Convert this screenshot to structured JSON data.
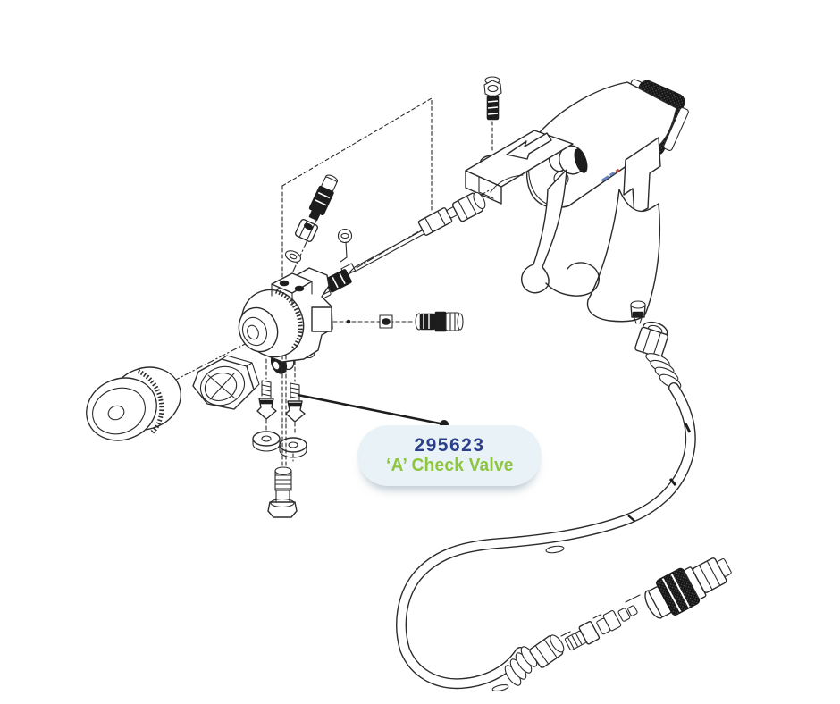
{
  "page": {
    "background_color": "#ffffff"
  },
  "callout": {
    "part_number": "295623",
    "part_name": "‘A’ Check Valve",
    "colors": {
      "part_number_text": "#2b3e8a",
      "part_name_text": "#8dc63f",
      "bubble_background": "#e9f2f6",
      "leader_line": "#1d1d1d"
    }
  },
  "diagram": {
    "figure": "spray-gun-exploded-parts-diagram",
    "line_color": "#2b2b2b",
    "parts": [
      "air-cap",
      "retaining-ring-nut",
      "seal-grommet",
      "small-washer",
      "fluid-housing",
      "valve-cartridge",
      "cartridge-nut",
      "o-ring",
      "needle-packing",
      "fluid-needle",
      "packing-nut",
      "manifold-plate",
      "top-check-valve-screw",
      "gun-body",
      "knurled-end-knob",
      "trigger",
      "handle",
      "side-check-valve-cartridge",
      "check-valve-a",
      "check-valve-b",
      "gasket-washers",
      "mounting-bolt",
      "hose-swivel-nut",
      "spring-guard",
      "whip-hose",
      "hose-end-fittings",
      "quick-disconnect-coupler"
    ]
  }
}
